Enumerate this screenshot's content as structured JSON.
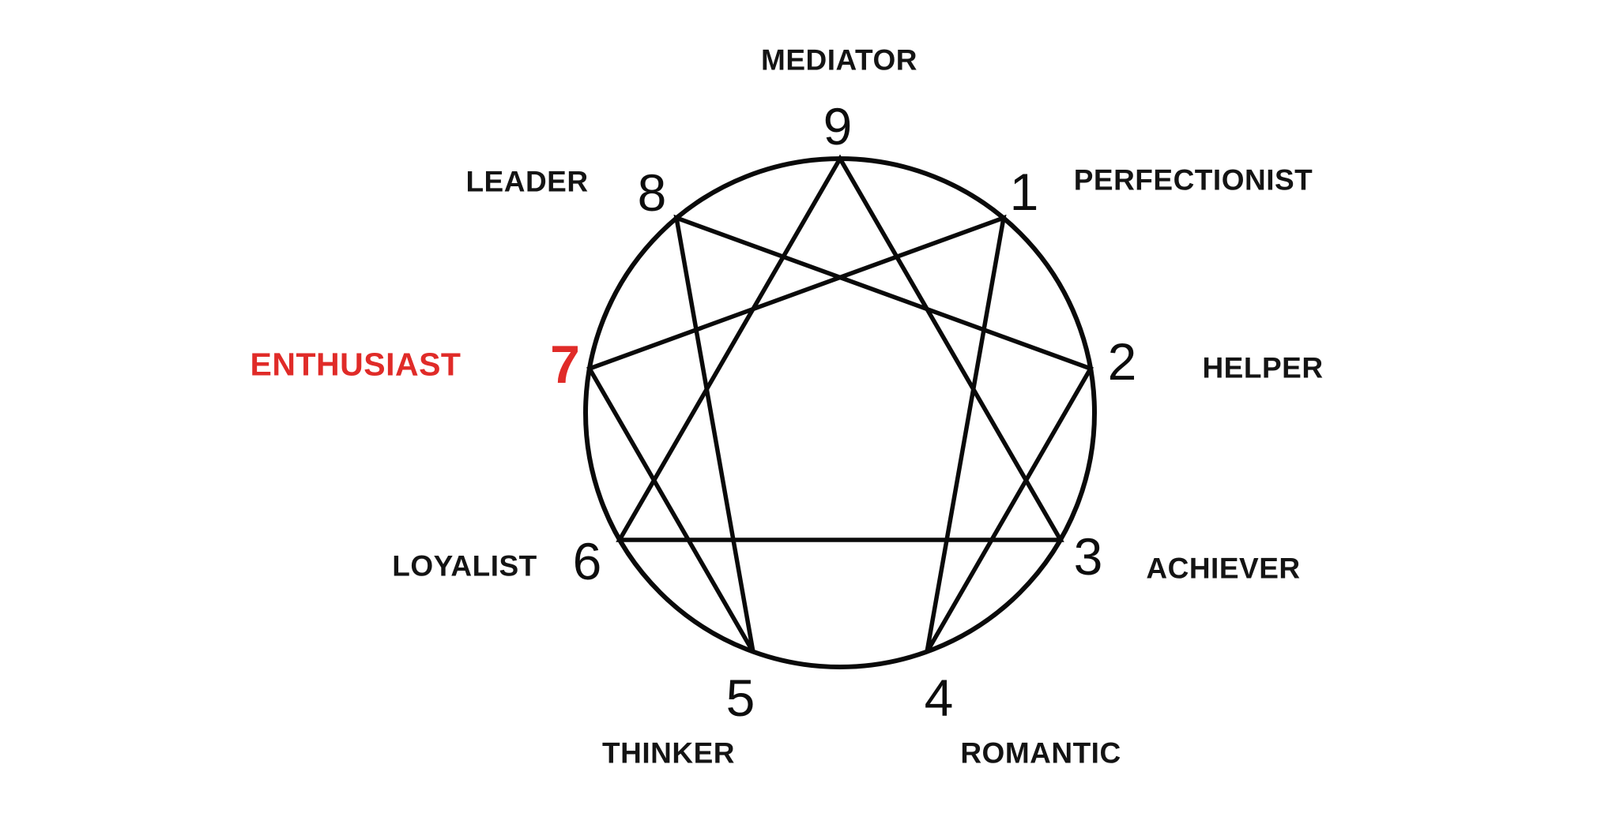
{
  "colors": {
    "background": "#FFFFFF",
    "line": "#0A0A0A",
    "text": "#141414",
    "highlight": "#E02B28"
  },
  "diagram": {
    "kind": "enneagram",
    "types": [
      {
        "number": "9",
        "label": "MEDIATOR",
        "highlighted": false
      },
      {
        "number": "1",
        "label": "PERFECTIONIST",
        "highlighted": false
      },
      {
        "number": "2",
        "label": "HELPER",
        "highlighted": false
      },
      {
        "number": "3",
        "label": "ACHIEVER",
        "highlighted": false
      },
      {
        "number": "4",
        "label": "ROMANTIC",
        "highlighted": false
      },
      {
        "number": "5",
        "label": "THINKER",
        "highlighted": false
      },
      {
        "number": "6",
        "label": "LOYALIST",
        "highlighted": false
      },
      {
        "number": "7",
        "label": "ENTHUSIAST",
        "highlighted": true
      },
      {
        "number": "8",
        "label": "LEADER",
        "highlighted": false
      }
    ]
  }
}
